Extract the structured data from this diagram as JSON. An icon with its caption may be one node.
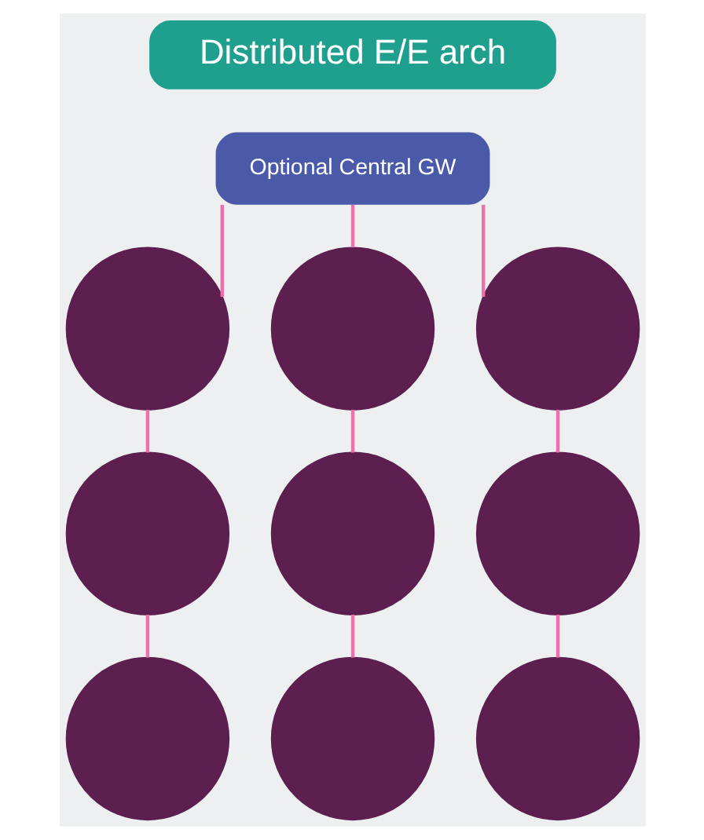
{
  "diagram": {
    "nodes": [
      {
        "text": [
          "Distributed E/E arch"
        ]
      },
      {
        "text": [
          "Optional Central GW"
        ]
      },
      {
        "text": [],
        "shape": "circle"
      },
      {
        "text": [],
        "shape": "circle"
      },
      {
        "text": [],
        "shape": "circle"
      },
      {
        "text": [],
        "shape": "circle"
      },
      {
        "text": [],
        "shape": "circle"
      },
      {
        "text": [],
        "shape": "circle"
      },
      {
        "text": [],
        "shape": "circle"
      },
      {
        "text": [],
        "shape": "circle"
      },
      {
        "text": [],
        "shape": "circle"
      }
    ],
    "edges": [
      {
        "from": 1,
        "to": 2,
        "arrow": "none"
      },
      {
        "from": 1,
        "to": 3,
        "arrow": "none"
      },
      {
        "from": 1,
        "to": 4,
        "arrow": "none"
      },
      {
        "from": 2,
        "to": 5,
        "arrow": "none"
      },
      {
        "from": 5,
        "to": 8,
        "arrow": "none"
      },
      {
        "from": 3,
        "to": 6,
        "arrow": "none"
      },
      {
        "from": 6,
        "to": 9,
        "arrow": "none"
      },
      {
        "from": 4,
        "to": 7,
        "arrow": "none"
      },
      {
        "from": 7,
        "to": 10,
        "arrow": "none"
      }
    ]
  }
}
